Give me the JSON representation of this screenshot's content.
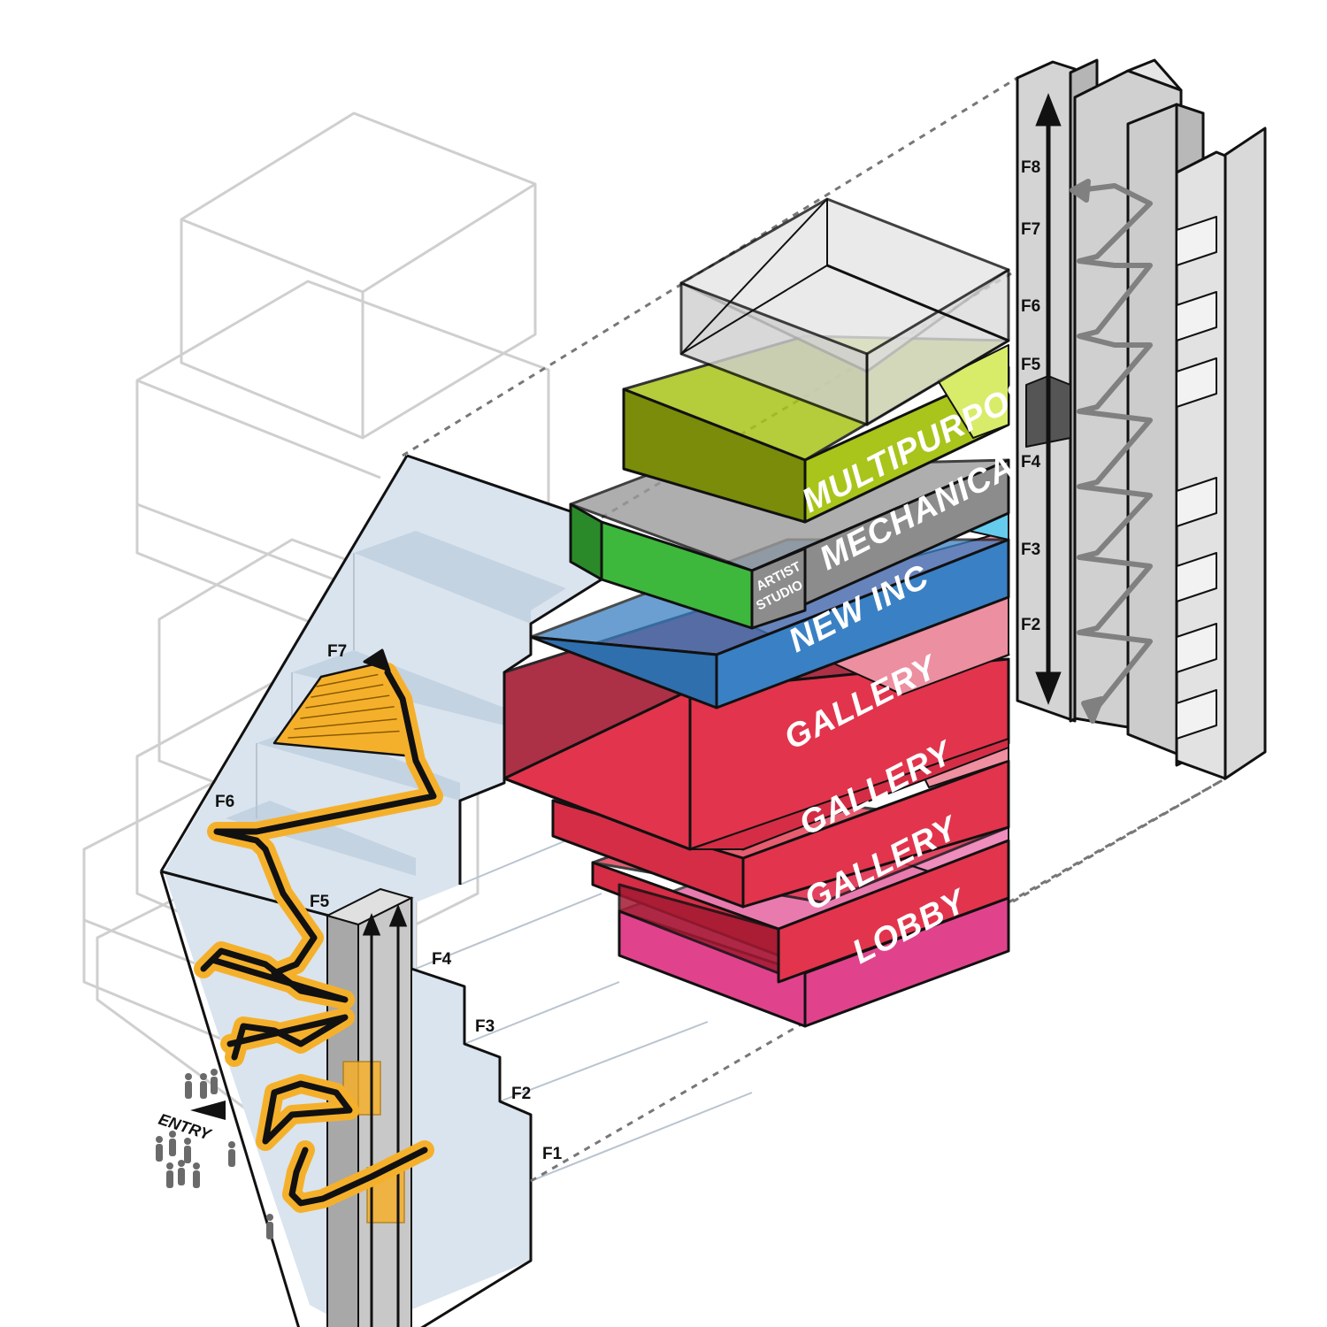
{
  "programs": {
    "multipurpose": "MULTIPURPOSE",
    "mechanical": "MECHANICAL",
    "artist_studio_line1": "ARTIST",
    "artist_studio_line2": "STUDIO",
    "new_inc": "NEW INC",
    "gallery_upper": "GALLERY",
    "gallery_middle": "GALLERY",
    "gallery_lower": "GALLERY",
    "lobby": "LOBBY"
  },
  "circulation_floors": [
    "F1",
    "F2",
    "F3",
    "F4",
    "F5",
    "F6",
    "F7"
  ],
  "section_floors": [
    "F2",
    "F3",
    "F4",
    "F5",
    "F6",
    "F7",
    "F8"
  ],
  "entry_label": "ENTRY",
  "colors": {
    "multipurpose": "#a9c41a",
    "mechanical": "#8c8c8c",
    "artist_studio": "#3db83d",
    "new_inc": "#3a80c4",
    "gallery": "#e2344c",
    "lobby": "#e0438c",
    "stair": "#f5b02b",
    "ghost_building": "#cfcfcf",
    "glass": "#c9d8e6"
  }
}
